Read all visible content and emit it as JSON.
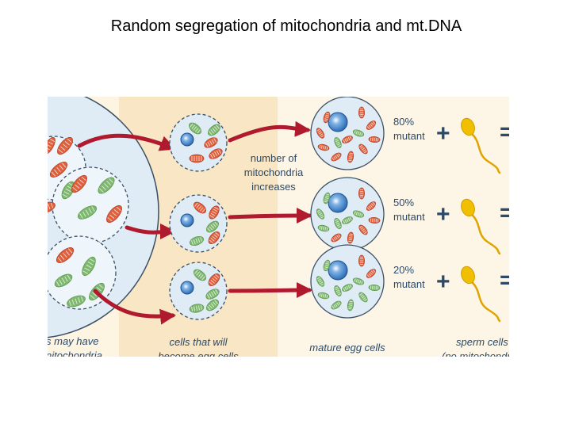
{
  "title": "Random segregation of mitochondria and mt.DNA",
  "palette": {
    "panel_left": "#fdf4e2",
    "panel_mid": "#f8e6c4",
    "cell_fill": "#dfecf6",
    "mutant_mito": "#e0603c",
    "normal_mito": "#7fb86f",
    "nucleus": "#2f6fb7",
    "arrow": "#b01a2e",
    "text": "#2a4a6a",
    "sperm": "#f0c000"
  },
  "labels": {
    "left_caption_1": "s may have",
    "left_caption_2": "nitochondria",
    "mid_note_1": "number of",
    "mid_note_2": "mitochondria",
    "mid_note_3": "increases",
    "cells_caption_1": "cells that will",
    "cells_caption_2": "become egg cells",
    "eggs_caption": "mature egg cells",
    "sperm_caption_1": "sperm cells",
    "sperm_caption_2": "(no mitochondria)",
    "plus": "+",
    "equals": "="
  },
  "rows": [
    {
      "percent": "80%",
      "word": "mutant"
    },
    {
      "percent": "50%",
      "word": "mutant"
    },
    {
      "percent": "20%",
      "word": "mutant"
    }
  ]
}
